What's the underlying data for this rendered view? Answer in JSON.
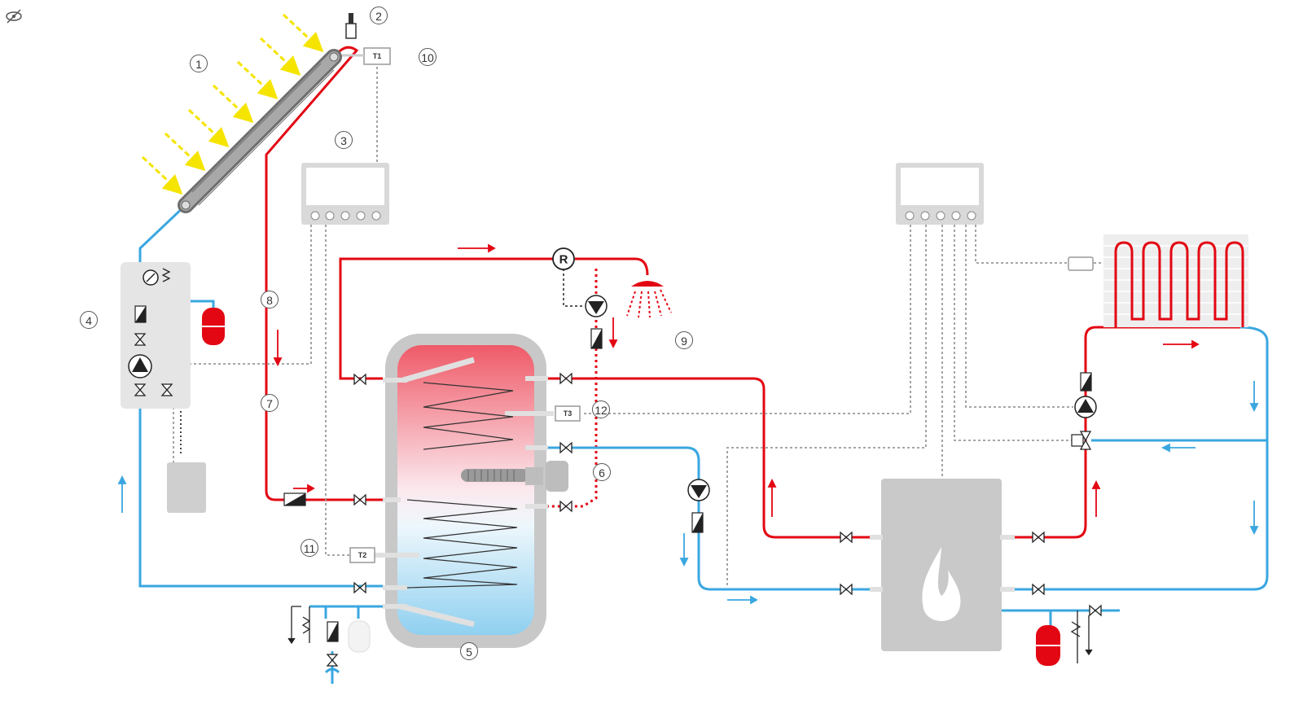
{
  "colors": {
    "hot": "#e30613",
    "cold": "#3aa7e0",
    "gray": "#b8b8b8",
    "dark": "#222222",
    "light": "#e5e5e5",
    "sun": "#f5e400"
  },
  "icons": [
    "hidden-eye-icon",
    "flame-icon",
    "pump-icon",
    "valve-icon",
    "check-valve-icon",
    "pressure-gauge-icon",
    "shower-icon",
    "expansion-vessel-icon"
  ],
  "labels": {
    "n1": "1",
    "n2": "2",
    "n3": "3",
    "n4": "4",
    "n5": "5",
    "n6": "6",
    "n7": "7",
    "n8": "8",
    "n9": "9",
    "n10": "10",
    "n11": "11",
    "n12": "12"
  },
  "sensors": {
    "t1": "T1",
    "t2": "T2",
    "t3": "T3"
  },
  "mixer_label": "R"
}
